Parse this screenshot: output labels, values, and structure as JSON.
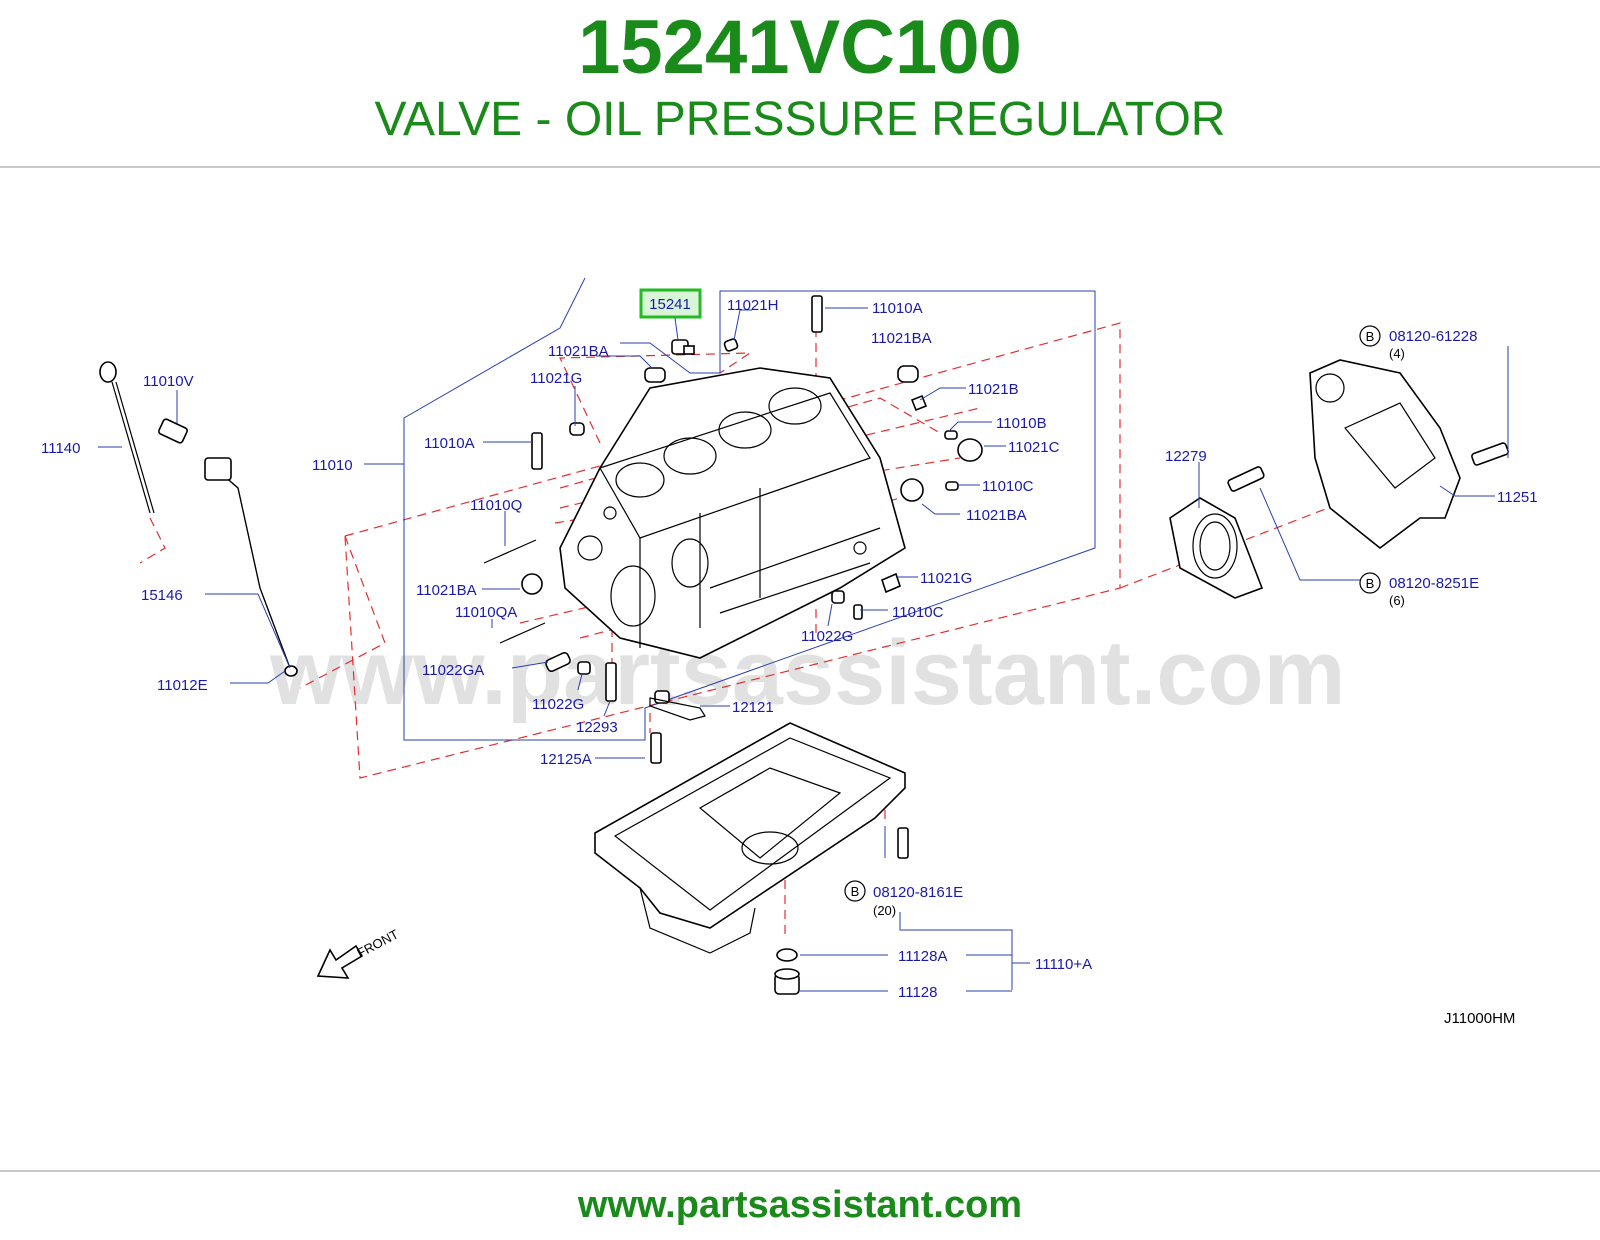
{
  "header": {
    "part_number": "15241VC100",
    "part_name": "VALVE - OIL PRESSURE REGULATOR"
  },
  "diagram": {
    "highlighted_label": "15241",
    "labels": {
      "l_11021H": "11021H",
      "l_11010A_top": "11010A",
      "l_11021BA_a": "11021BA",
      "l_11021BA_b": "11021BA",
      "l_11021G_a": "11021G",
      "l_11021B": "11021B",
      "l_11010A_mid": "11010A",
      "l_11010B": "11010B",
      "l_11021C": "11021C",
      "l_11010V": "11010V",
      "l_11140": "11140",
      "l_11010": "11010",
      "l_11010C_a": "11010C",
      "l_11021BA_c": "11021BA",
      "l_11010Q": "11010Q",
      "l_11021BA_d": "11021BA",
      "l_11010QA": "11010QA",
      "l_11021G_b": "11021G",
      "l_11010C_b": "11010C",
      "l_11022G_a": "11022G",
      "l_15146": "15146",
      "l_11022GA": "11022GA",
      "l_11022G_b": "11022G",
      "l_12293": "12293",
      "l_12121": "12121",
      "l_11012E": "11012E",
      "l_12125A": "12125A",
      "l_12279": "12279",
      "l_08120_61228": "08120-61228",
      "q_4": "(4)",
      "l_11251": "11251",
      "l_08120_8251E": "08120-8251E",
      "q_6": "(6)",
      "l_08120_8161E": "08120-8161E",
      "q_20": "(20)",
      "l_11128A": "11128A",
      "l_11128": "11128",
      "l_11110A": "11110+A",
      "b_1": "B",
      "b_2": "B",
      "b_3": "B",
      "front": "FRONT",
      "ref_code": "J11000HM"
    },
    "watermark": "www.partsassistant.com"
  },
  "footer": {
    "url": "www.partsassistant.com"
  },
  "colors": {
    "brand_green": "#1a8a1a",
    "label_blue": "#1a1aa8",
    "phantom_red": "#e03030",
    "highlight_green": "#22bb22"
  }
}
